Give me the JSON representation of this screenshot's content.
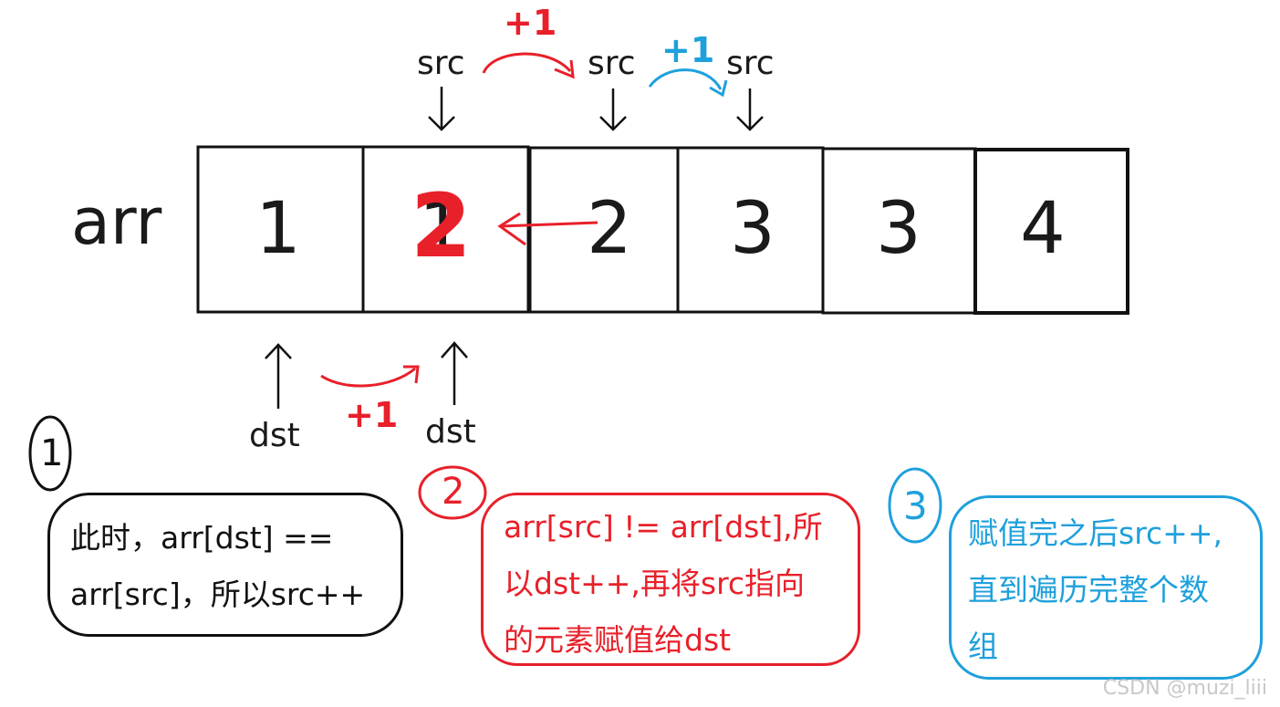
{
  "array": {
    "label": "arr",
    "cells": [
      "1",
      "1",
      "2",
      "3",
      "3",
      "4"
    ],
    "overwrite_value": "2"
  },
  "pointers": {
    "src_label": "src",
    "dst_label": "dst"
  },
  "increments": {
    "red_top": "+1",
    "blue_top": "+1",
    "red_bottom": "+1"
  },
  "steps": {
    "one": {
      "number": "1",
      "text_line1": "此时，arr[dst] ==",
      "text_line2": "arr[src]，所以src++"
    },
    "two": {
      "number": "2",
      "text_line1": "arr[src] != arr[dst],所",
      "text_line2": "以dst++,再将src指向",
      "text_line3": "的元素赋值给dst"
    },
    "three": {
      "number": "3",
      "text_line1": "赋值完之后src++,",
      "text_line2": "直到遍历完整个数",
      "text_line3": "组"
    }
  },
  "watermark": "CSDN @muzi_liii",
  "colors": {
    "black": "#111111",
    "red": "#e8202a",
    "blue": "#1ea0dc"
  }
}
